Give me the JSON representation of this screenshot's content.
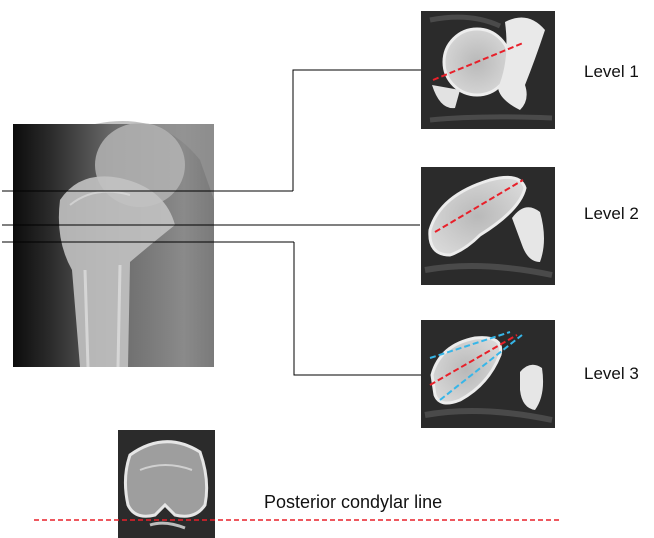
{
  "labels": {
    "level1": "Level 1",
    "level2": "Level 2",
    "level3": "Level 3",
    "posterior_condylar_line": "Posterior condylar line"
  },
  "colors": {
    "axis_line": "#e8202a",
    "tangent_line": "#37b6e8",
    "connector": "#000000",
    "ct_background": "#2b2b2b",
    "bone": "#e6e6e6"
  }
}
